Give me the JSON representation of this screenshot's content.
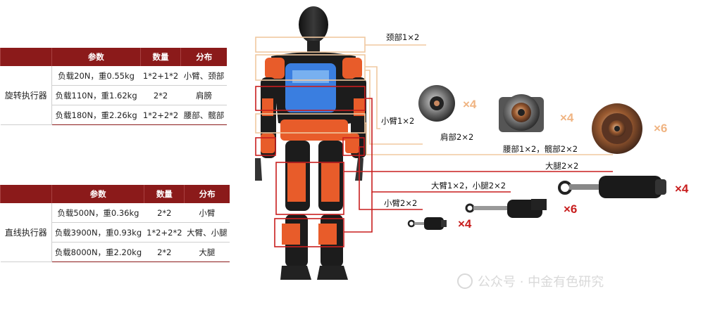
{
  "rotary_table": {
    "row_header": "旋转执行器",
    "columns": [
      "参数",
      "数量",
      "分布"
    ],
    "rows": [
      {
        "param": "负载20N，重0.55kg",
        "qty": "1*2+1*2",
        "dist": "小臂、颈部"
      },
      {
        "param": "负载110N，重1.62kg",
        "qty": "2*2",
        "dist": "肩膀"
      },
      {
        "param": "负载180N，重2.26kg",
        "qty": "1*2+2*2",
        "dist": "腰部、髋部"
      }
    ]
  },
  "linear_table": {
    "row_header": "直线执行器",
    "columns": [
      "参数",
      "数量",
      "分布"
    ],
    "rows": [
      {
        "param": "负载500N，重0.36kg",
        "qty": "2*2",
        "dist": "小臂"
      },
      {
        "param": "负载3900N，重0.93kg",
        "qty": "1*2+2*2",
        "dist": "大臂、小腿"
      },
      {
        "param": "负载8000N，重2.20kg",
        "qty": "2*2",
        "dist": "大腿"
      }
    ]
  },
  "callouts": {
    "neck": "颈部1×2",
    "forearm_rot": "小臂1×2",
    "shoulder": "肩部2×2",
    "waist_hip": "腰部1×2，髋部2×2",
    "thigh": "大腿2×2",
    "upperarm_calf": "大臂1×2，小腿2×2",
    "forearm_lin": "小臂2×2"
  },
  "multipliers": {
    "rot_small": "×4",
    "rot_mid": "×4",
    "rot_large": "×6",
    "lin_large": "×4",
    "lin_mid": "×6",
    "lin_small": "×4"
  },
  "watermark": "公众号 · 中金有色研究",
  "colors": {
    "header_red": "#8b1a1a",
    "tan_line": "#f0c8a0",
    "red_line": "#c81e1e"
  }
}
